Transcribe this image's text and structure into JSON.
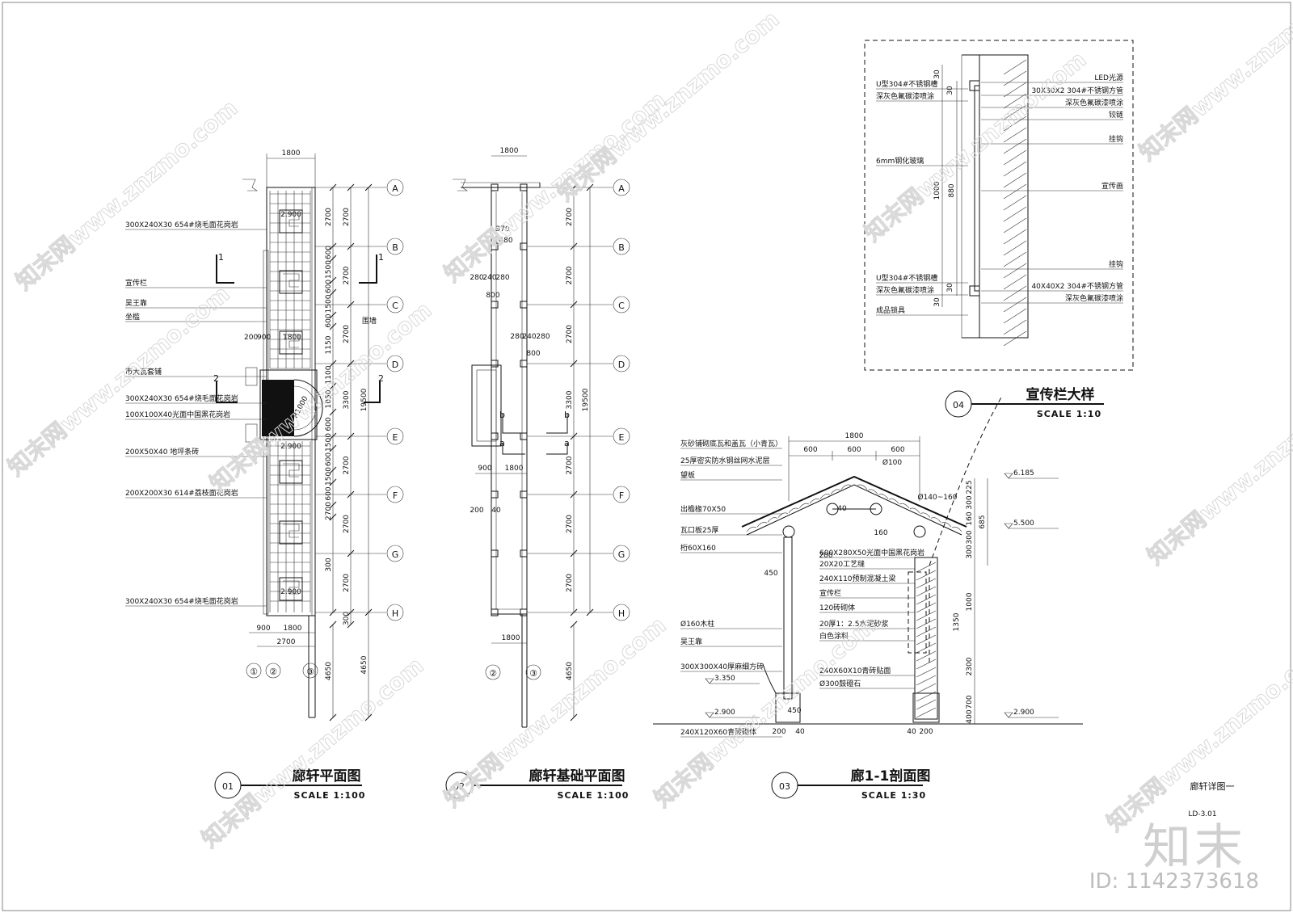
{
  "sheet": {
    "title": "廊轩详图一",
    "code": "LD-3.01"
  },
  "drawings": [
    {
      "num": "01",
      "title": "廊轩平面图",
      "scale": "SCALE 1:100"
    },
    {
      "num": "02",
      "title": "廊轩基础平面图",
      "scale": "SCALE 1:100"
    },
    {
      "num": "03",
      "title": "廊1-1剖面图",
      "scale": "SCALE 1:30"
    },
    {
      "num": "04",
      "title": "宣传栏大样",
      "scale": "SCALE 1:10"
    }
  ],
  "grid_axes": [
    "A",
    "B",
    "C",
    "D",
    "E",
    "F",
    "G",
    "H"
  ],
  "grid_cols": [
    "①",
    "②",
    "③"
  ],
  "plan01": {
    "top_dim": "1800",
    "labels": [
      "300X240X30 654#烧毛面花岗岩",
      "宣传栏",
      "吴王靠",
      "坐槛",
      "市大瓦套铺",
      "300X240X30 654#烧毛面花岗岩",
      "100X100X40光面中国黑花岗岩",
      "200X50X40 地坪条砖",
      "200X200X30 614#荔枝面花岗岩",
      "300X240X30 654#烧毛面花岗岩"
    ],
    "right_labels": [
      "围墙"
    ],
    "elevations": [
      "2.900",
      "2.900",
      "2.900"
    ],
    "radius": "R1000",
    "seg_dims": [
      "2700",
      "600",
      "1500",
      "600",
      "1500",
      "600",
      "1150",
      "1100",
      "1050",
      "600",
      "1500",
      "600",
      "1500",
      "600",
      "2700",
      "300"
    ],
    "mid_dims": [
      "2700",
      "2700",
      "2700",
      "3300",
      "2700",
      "2700",
      "2700",
      "300"
    ],
    "totals": [
      "19500",
      "4650",
      "4650"
    ],
    "inner_dims": [
      "200",
      "900",
      "1800"
    ],
    "bottom_dims": [
      "900",
      "1800",
      "2700"
    ],
    "section_marks": [
      "1",
      "1",
      "2",
      "2"
    ]
  },
  "plan02": {
    "top_dim": "1800",
    "bottom_dim": "1800",
    "mid_dim": "1800",
    "left_dims": [
      "900"
    ],
    "detail_dims": [
      "370",
      "480",
      "280",
      "240",
      "280",
      "800",
      "280",
      "240",
      "280",
      "800",
      "200",
      "40"
    ],
    "right_dims": [
      "2700",
      "2700",
      "2700",
      "3300",
      "2700",
      "2700",
      "2700"
    ],
    "total": "19500",
    "below": "4650",
    "cuts": [
      "b",
      "b",
      "a",
      "a"
    ]
  },
  "section03": {
    "top_dims": [
      "1800",
      "600",
      "600",
      "600"
    ],
    "left_labels": [
      "灰砂铺砌底瓦和盖瓦（小青瓦）",
      "25厚密实防水钢丝网水泥层",
      "望板",
      "出檐椽70X50",
      "瓦口板25厚",
      "桁60X160",
      "Ø160木柱",
      "吴王靠",
      "300X300X40厚麻细方砖",
      "240X120X60青砖砌体"
    ],
    "right_labels": [
      "600X280X50光面中国黑花岗岩",
      "20X20工艺缝",
      "240X110预制混凝土梁",
      "宣传栏",
      "120砖砌体",
      "20厚1：2.5水泥砂浆",
      "白色涂料",
      "240X60X10青砖贴面",
      "Ø300鼓磴石"
    ],
    "dims": [
      "Ø100",
      "Ø140~160",
      "40",
      "160",
      "200",
      "450",
      "450",
      "200",
      "40",
      "40",
      "200"
    ],
    "right_dims": [
      "225",
      "300",
      "160",
      "300",
      "300",
      "685",
      "1350",
      "1000",
      "2300",
      "700",
      "400"
    ],
    "elevations": [
      "6.185",
      "5.500",
      "3.350",
      "2.900",
      "2.900"
    ]
  },
  "detail04": {
    "left_labels": [
      "U型304#不锈钢槽",
      "深灰色氟碳漆喷涂",
      "6mm钢化玻璃",
      "U型304#不锈钢槽",
      "深灰色氟碳漆喷涂",
      "成品锁具"
    ],
    "right_labels": [
      "LED光源",
      "30X30X2 304#不锈钢方管",
      "深灰色氟碳漆喷涂",
      "铰链",
      "挂钩",
      "宣传画",
      "挂钩",
      "40X40X2 304#不锈钢方管",
      "深灰色氟碳漆喷涂"
    ],
    "dims": [
      "30",
      "30",
      "1000",
      "880",
      "30",
      "30"
    ]
  },
  "watermark": {
    "text": "知末网www.znzmo.com",
    "brand": "知末",
    "id": "ID: 1142373618"
  }
}
